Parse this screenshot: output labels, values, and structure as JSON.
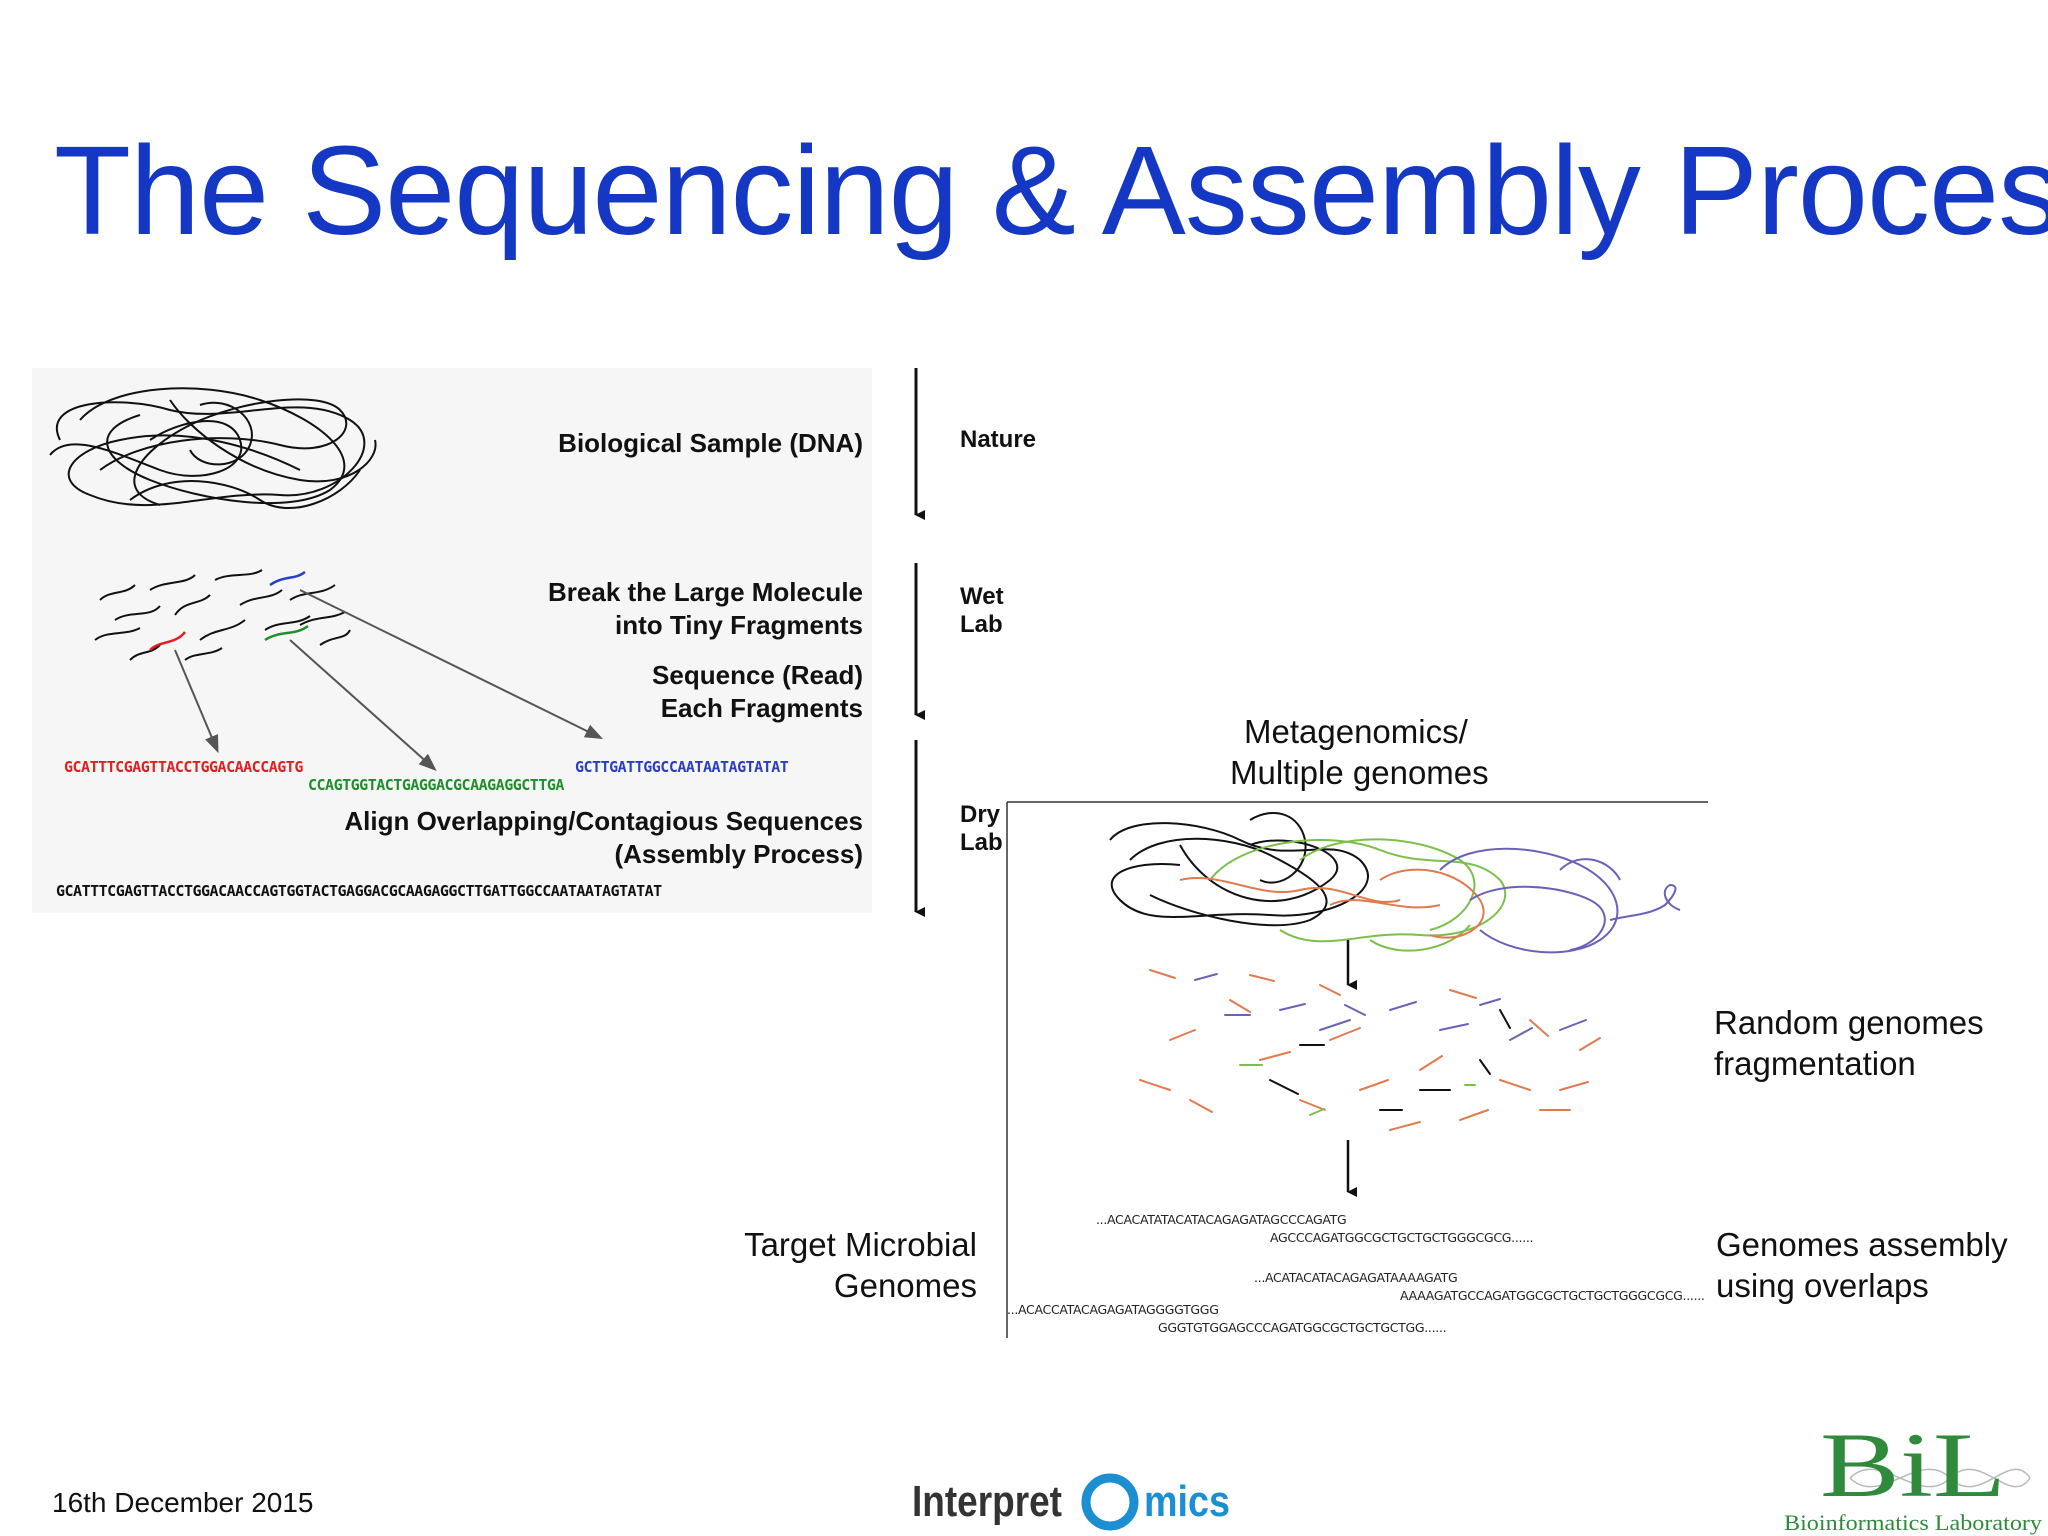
{
  "slide": {
    "title": "The Sequencing & Assembly Process",
    "date": "16th December 2015"
  },
  "left_panel": {
    "step1_label": "Biological Sample (DNA)",
    "step2_label_line1": "Break the Large Molecule",
    "step2_label_line2": "into Tiny Fragments",
    "step3_label_line1": "Sequence (Read)",
    "step3_label_line2": "Each Fragments",
    "step4_label_line1": "Align Overlapping/Contagious Sequences",
    "step4_label_line2": "(Assembly Process)",
    "read_red": "GCATTTCGAGTTACCTGGACAACCAGTG",
    "read_green": "CCAGTGGTACTGAGGACGCAAGAGGCTTGA",
    "read_blue": "GCTTGATTGGCCAATAATAGTATAT",
    "assembled": "GCATTTCGAGTTACCTGGACAACCAGTGGTACTGAGGACGCAAGAGGCTTGATTGGCCAATAATAGTATAT",
    "colors": {
      "red": "#e02020",
      "green": "#1e8f2a",
      "blue": "#2a3fc2"
    }
  },
  "stages": {
    "nature": "Nature",
    "wet_lab_line1": "Wet",
    "wet_lab_line2": "Lab",
    "dry_lab_line1": "Dry",
    "dry_lab_line2": "Lab"
  },
  "right_panel": {
    "metagenomics_line1": "Metagenomics/",
    "metagenomics_line2": "Multiple genomes",
    "fragmentation_line1": "Random genomes",
    "fragmentation_line2": "fragmentation",
    "assembly_line1": "Genomes assembly",
    "assembly_line2": "using overlaps",
    "target_line1": "Target Microbial",
    "target_line2": "Genomes",
    "seq_lines": [
      "...ACACATATACATACAGAGATAGCCCAGATG",
      "AGCCCAGATGGCGCTGCTGCTGGGCGCG......",
      "...ACATACATACAGAGATAAAAGATG",
      "AAAAGATGCCAGATGGCGCTGCTGCTGGGCGCG......",
      "...ACACCATACAGAGATAGGGGTGGG",
      "GGGTGTGGAGCCCAGATGGCGCTGCTGCTGG......"
    ],
    "colors": {
      "black": "#111111",
      "green": "#7cbf4a",
      "orange": "#e07a4f",
      "purple": "#6a62b8"
    }
  },
  "logos": {
    "interpretomics_left": "Interpret",
    "interpretomics_right": "mics",
    "bil_mark": "BiL",
    "bil_subtitle": "Bioinformatics Laboratory"
  }
}
